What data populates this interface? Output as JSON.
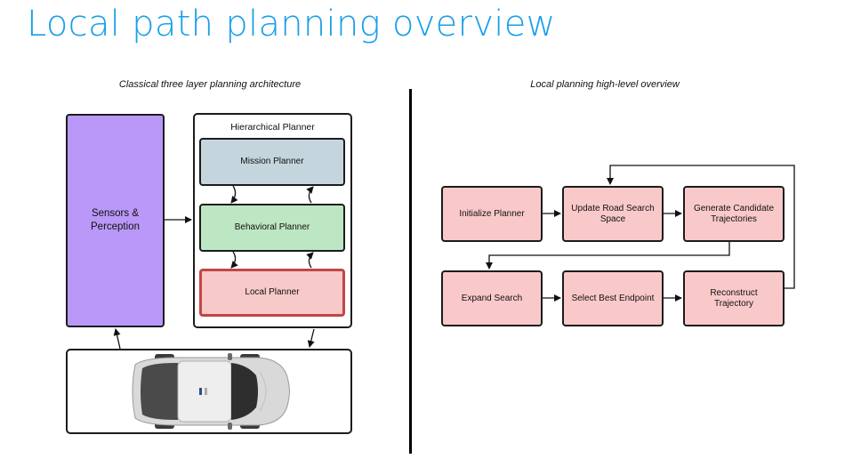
{
  "title": "Local path planning overview",
  "left": {
    "subtitle": "Classical three layer planning architecture",
    "sensors": "Sensors &\nPerception",
    "hierarchical": "Hierarchical Planner",
    "mission": "Mission Planner",
    "behavioral": "Behavioral Planner",
    "local": "Local Planner",
    "colors": {
      "sensors": "#b998f9",
      "mission": "#c5d5de",
      "behavioral": "#bde7c3",
      "local": "#f8c9c9",
      "local_border": "#c24646"
    }
  },
  "right": {
    "subtitle": "Local planning high-level overview",
    "steps": [
      "Initialize Planner",
      "Update Road Search Space",
      "Generate Candidate Trajectories",
      "Expand Search",
      "Select Best Endpoint",
      "Reconstruct Trajectory"
    ],
    "colors": {
      "step": "#f9c9ca"
    }
  },
  "colors": {
    "title": "#1a9fe8"
  }
}
